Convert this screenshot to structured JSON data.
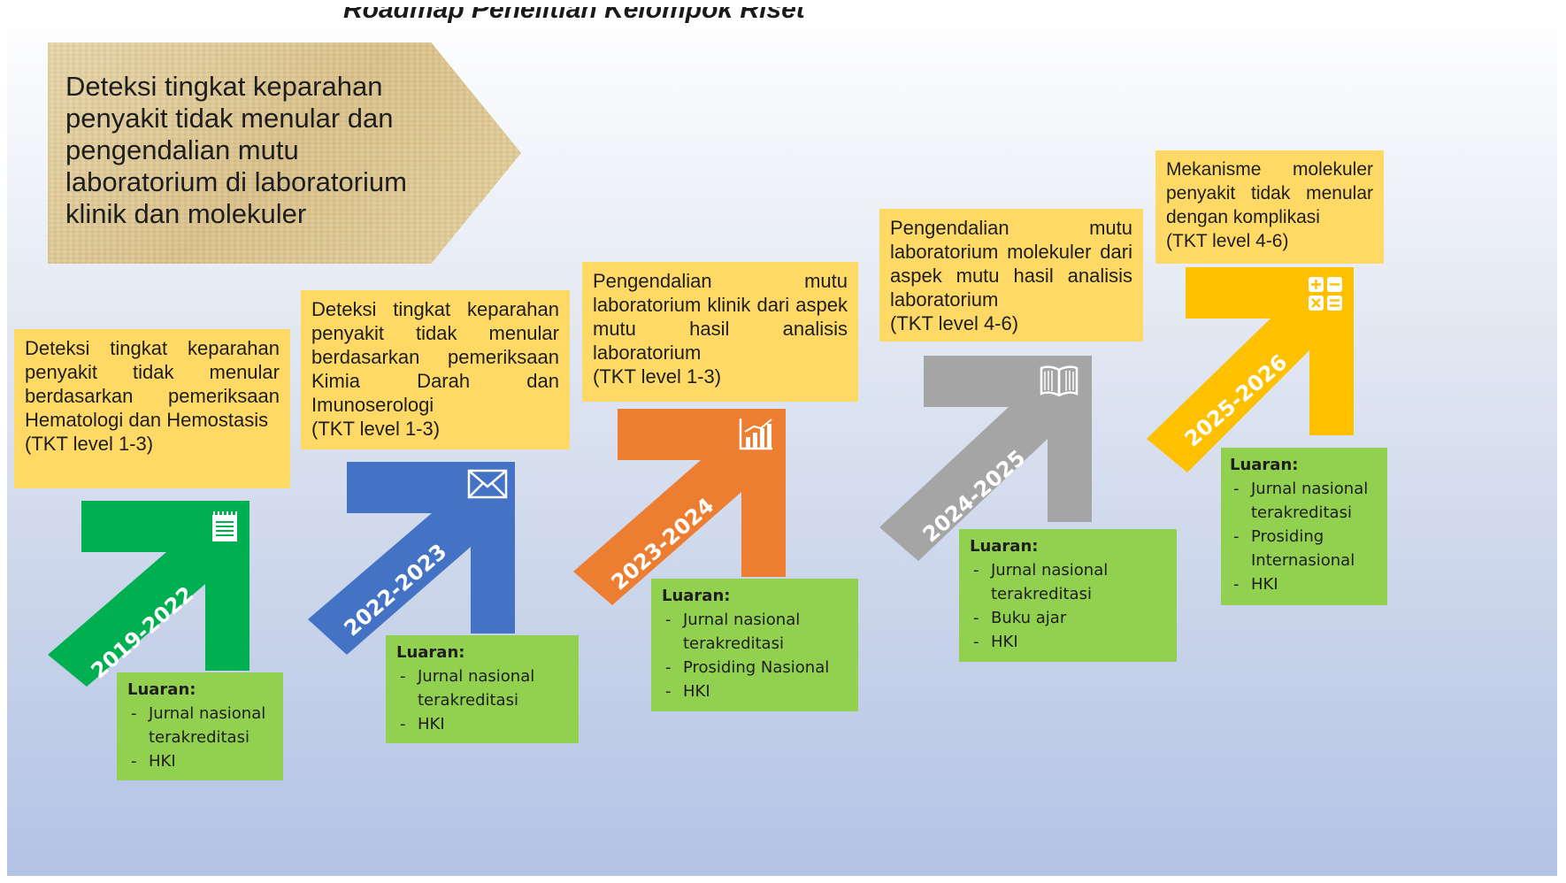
{
  "header": {
    "title": "Roadmap Penelitian Kelompok Riset"
  },
  "theme": {
    "text": "Deteksi tingkat keparahan penyakit tidak menular dan pengendalian mutu laboratorium di laboratorium klinik dan molekuler"
  },
  "colors": {
    "yellow_box": "#ffd966",
    "green_box": "#92d050",
    "parchment": "#dfc890",
    "arrow_1": "#00b050",
    "arrow_2": "#4472c4",
    "arrow_3": "#ed7d31",
    "arrow_4": "#a5a5a5",
    "arrow_5": "#ffc000"
  },
  "outputs_heading": "Luaran:",
  "stages": [
    {
      "period": "2019-2022",
      "description": "Deteksi tingkat keparahan penyakit tidak menular berdasarkan pemeriksaan Hematologi dan Hemostasis",
      "level": "(TKT level 1-3)",
      "icon": "notepad-icon",
      "outputs": [
        "Jurnal nasional terakreditasi",
        "HKI"
      ]
    },
    {
      "period": "2022-2023",
      "description": "Deteksi tingkat keparahan penyakit tidak menular berdasarkan pemeriksaan Kimia Darah dan Imunoserologi",
      "level": "(TKT level 1-3)",
      "icon": "envelope-icon",
      "outputs": [
        "Jurnal nasional terakreditasi",
        "HKI"
      ]
    },
    {
      "period": "2023-2024",
      "description": "Pengendalian mutu laboratorium klinik dari aspek mutu hasil analisis laboratorium",
      "level": "(TKT level 1-3)",
      "icon": "bar-chart-icon",
      "outputs": [
        "Jurnal nasional terakreditasi",
        "Prosiding Nasional",
        "HKI"
      ]
    },
    {
      "period": "2024-2025",
      "description": "Pengendalian mutu laboratorium molekuler dari aspek mutu hasil analisis laboratorium",
      "level": "(TKT level 4-6)",
      "icon": "book-icon",
      "outputs": [
        "Jurnal nasional terakreditasi",
        "Buku ajar",
        "HKI"
      ]
    },
    {
      "period": "2025-2026",
      "description": "Mekanisme molekuler penyakit tidak menular dengan komplikasi",
      "level": "(TKT level 4-6)",
      "icon": "calculator-icon",
      "outputs": [
        "Jurnal nasional terakreditasi",
        "Prosiding Internasional",
        "HKI"
      ]
    }
  ]
}
